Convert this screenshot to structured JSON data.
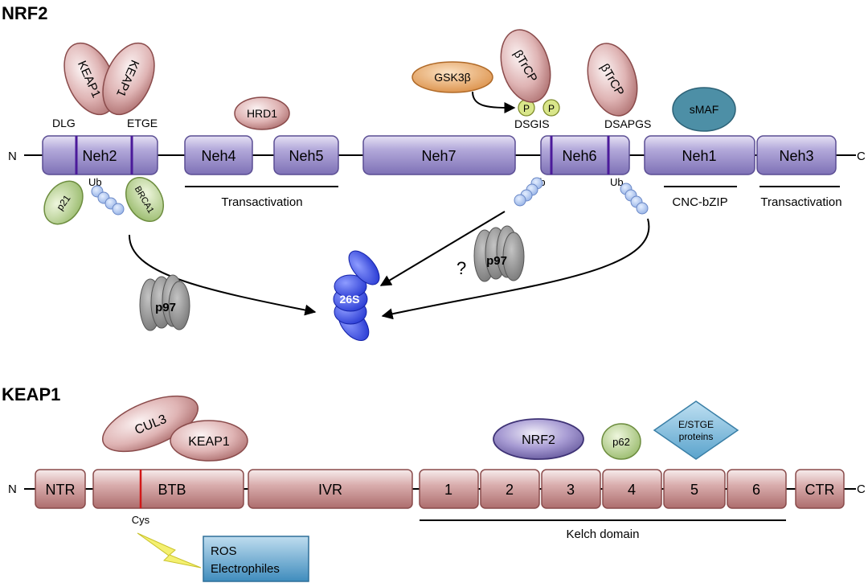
{
  "nrf2": {
    "title": "NRF2",
    "n_term": "N",
    "c_term": "C",
    "domains": [
      "Neh2",
      "Neh4",
      "Neh5",
      "Neh7",
      "Neh6",
      "Neh1",
      "Neh3"
    ],
    "motifs": {
      "dlg": "DLG",
      "etge": "ETGE",
      "dsgis": "DSGIS",
      "dsapgs": "DSAPGS"
    },
    "binders": {
      "keap1_a": "KEAP1",
      "keap1_b": "KEAP1",
      "hrd1": "HRD1",
      "gsk3b": "GSK3β",
      "btrcp_a": "βTrCP",
      "btrcp_b": "βTrCP",
      "smaf": "sMAF",
      "p21": "p21",
      "brca1": "BRCA1",
      "phospho_a": "P",
      "phospho_b": "P"
    },
    "ubiquitin": {
      "ub_a": "Ub",
      "ub_b": "Ub",
      "ub_c": "Ub"
    },
    "regions": {
      "transactivation_a": "Transactivation",
      "cnc_bzip": "CNC-bZIP",
      "transactivation_b": "Transactivation"
    },
    "degradation": {
      "proteasome": "26S",
      "p97_a": "p97",
      "p97_b": "p97",
      "question": "?"
    }
  },
  "keap1": {
    "title": "KEAP1",
    "n_term": "N",
    "c_term": "C",
    "domains": [
      "NTR",
      "BTB",
      "IVR",
      "1",
      "2",
      "3",
      "4",
      "5",
      "6",
      "CTR"
    ],
    "binders": {
      "cul3": "CUL3",
      "keap1": "KEAP1",
      "nrf2": "NRF2",
      "p62": "p62",
      "estge_line1": "E/STGE",
      "estge_line2": "proteins"
    },
    "cys": "Cys",
    "kelch": "Kelch domain",
    "ros_line1": "ROS",
    "ros_line2": "Electrophiles"
  },
  "colors": {
    "nrf2_domain": "#9b8fcb",
    "keap1_domain": "#c99494",
    "ubiquitin": "#a9c3ee",
    "proteasome": "#3a4fe0",
    "p97": "#8a8a8a",
    "gsk3b": "#e3a05a",
    "green_binder": "#b5cf8a",
    "smaf": "#4d8fa6",
    "estge": "#6aaed0",
    "ros": "#4f95bf",
    "lightning": "#f4f070"
  }
}
